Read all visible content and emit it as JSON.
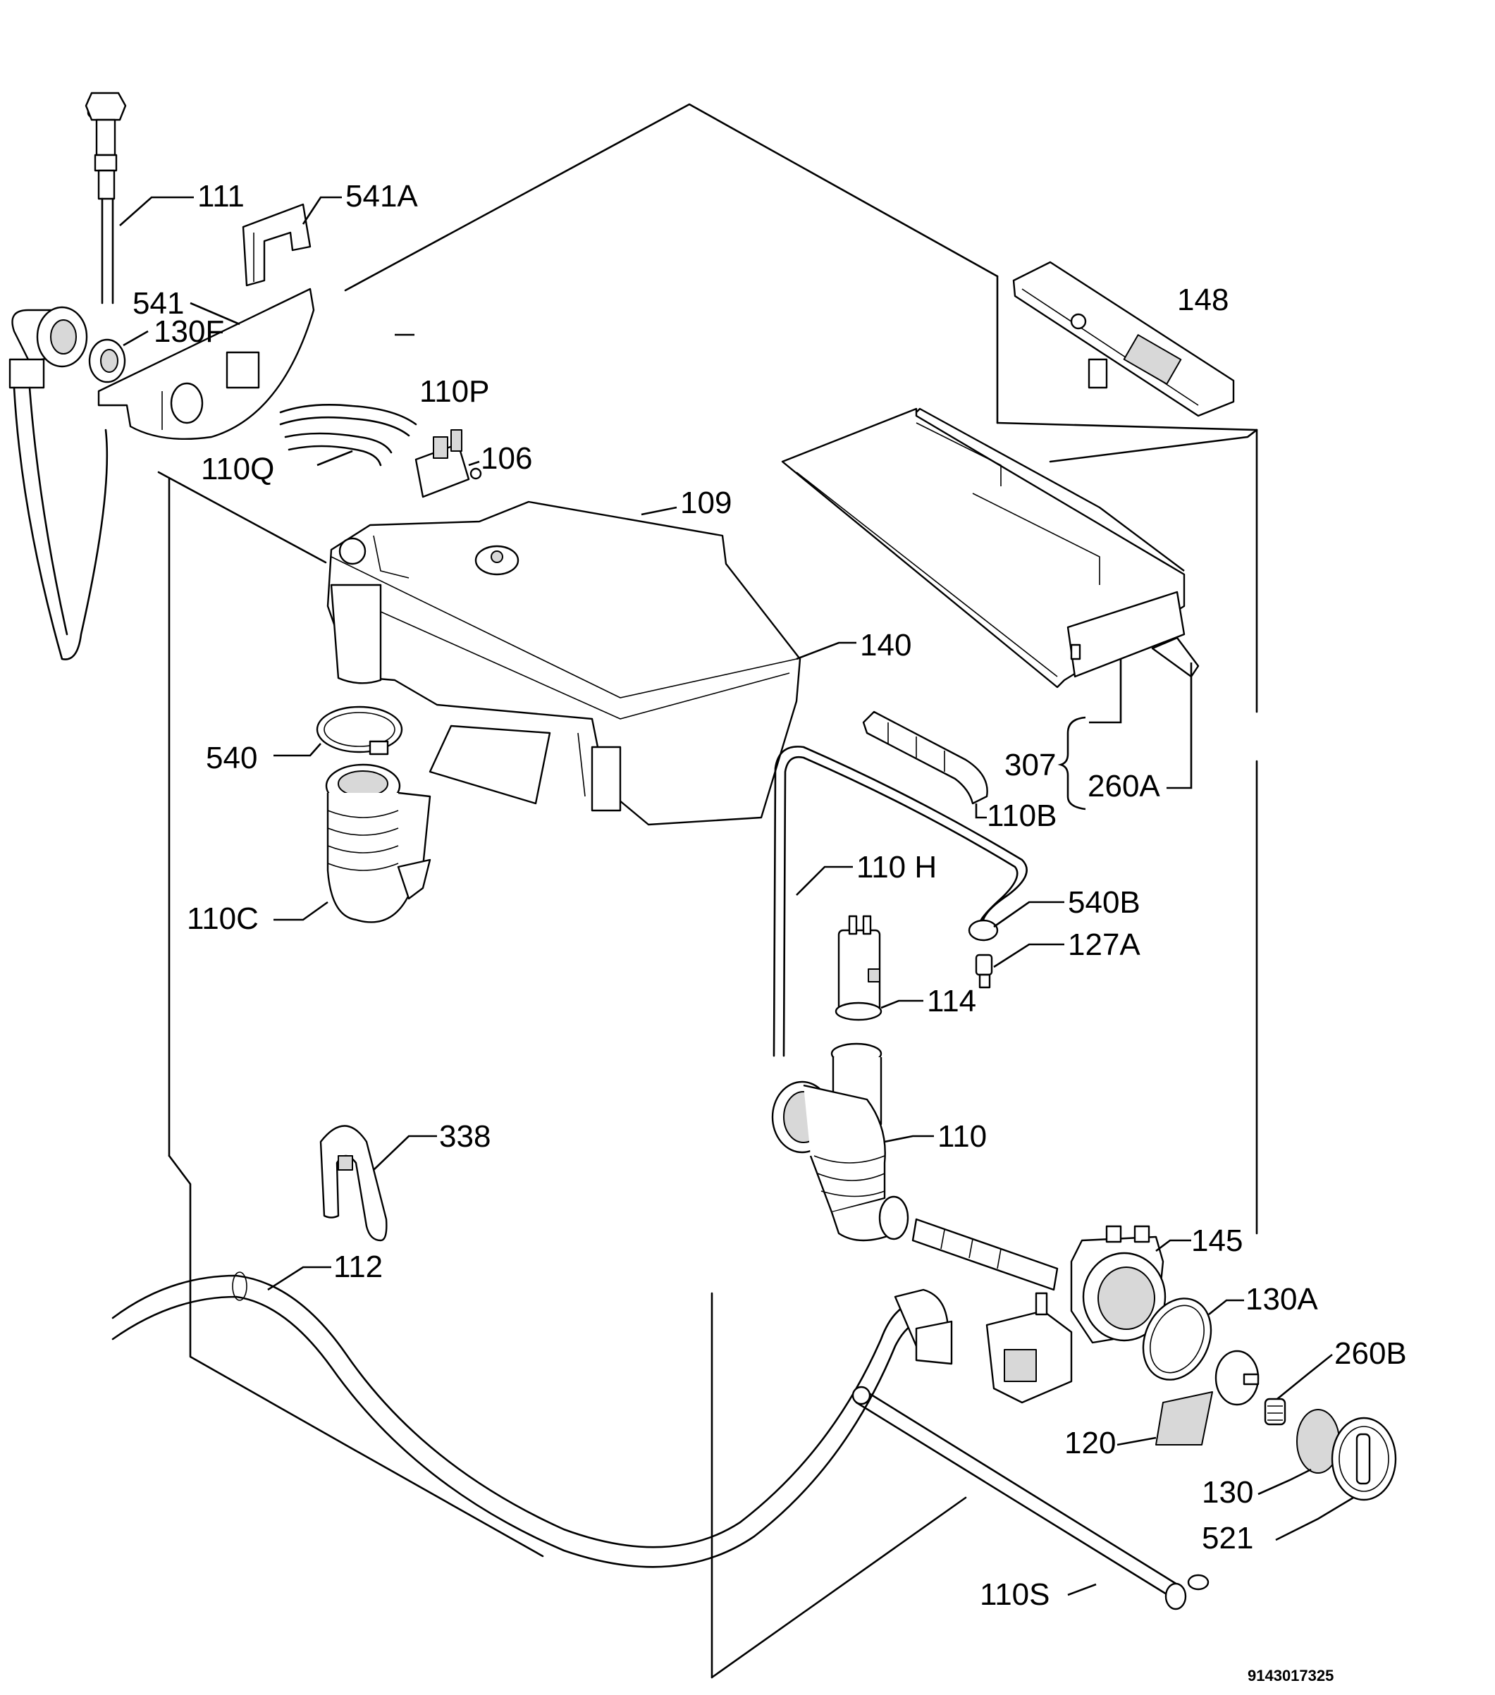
{
  "labels": {
    "l111": "111",
    "l541A": "541A",
    "l541": "541",
    "l130F": "130F",
    "l148": "148",
    "l110P": "110P",
    "l110Q": "110Q",
    "l106": "106",
    "l109": "109",
    "l140": "140",
    "l307": "307",
    "l260A": "260A",
    "l110B": "110B",
    "l540": "540",
    "l110C": "110C",
    "l110H": "110 H",
    "l540B": "540B",
    "l127A": "127A",
    "l114": "114",
    "l110": "110",
    "l338": "338",
    "l112": "112",
    "l145": "145",
    "l130A": "130A",
    "l260B": "260B",
    "l120": "120",
    "l130": "130",
    "l521": "521",
    "l110S": "110S"
  },
  "document_number": "9143017325"
}
